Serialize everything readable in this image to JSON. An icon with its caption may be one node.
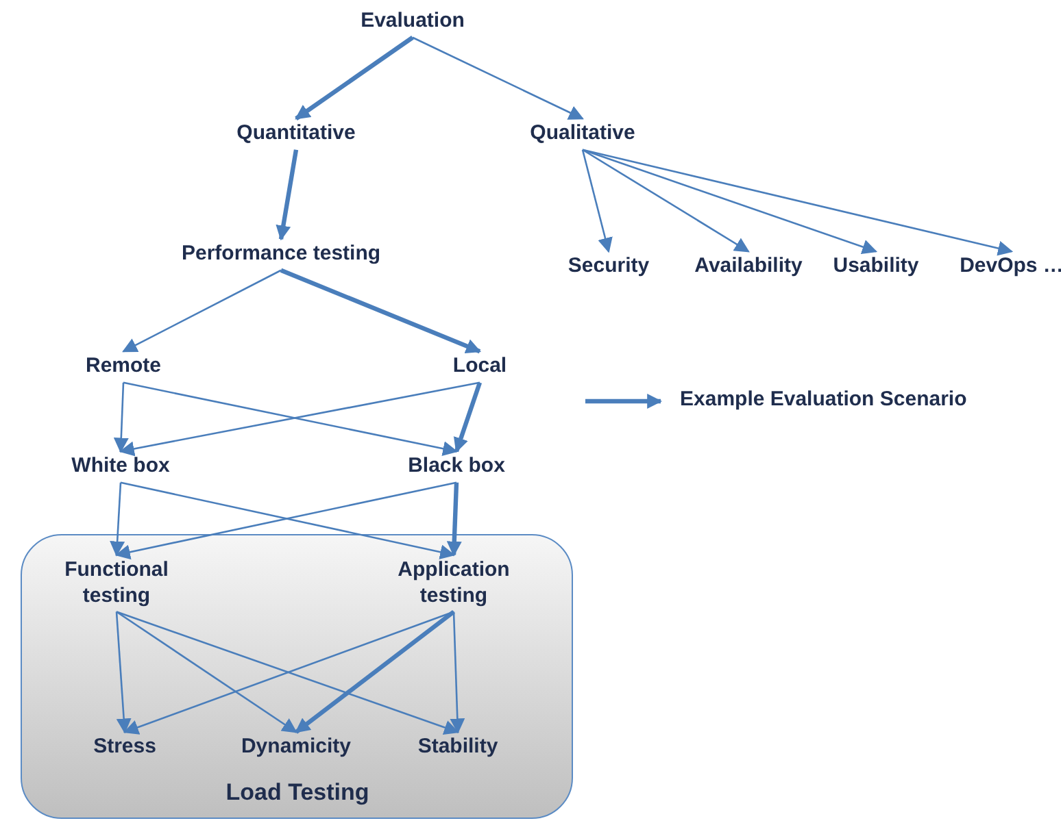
{
  "diagram": {
    "nodes": [
      {
        "text": [
          "Evaluation"
        ]
      },
      {
        "text": [
          "Quantitative"
        ]
      },
      {
        "text": [
          "Qualitative"
        ]
      },
      {
        "text": [
          "Performance testing"
        ]
      },
      {
        "text": [
          "Security"
        ]
      },
      {
        "text": [
          "Availability"
        ]
      },
      {
        "text": [
          "Usability"
        ]
      },
      {
        "text": [
          "DevOps …"
        ]
      },
      {
        "text": [
          "Remote"
        ]
      },
      {
        "text": [
          "Local"
        ]
      },
      {
        "text": [
          "White box"
        ]
      },
      {
        "text": [
          "Black box"
        ]
      },
      {
        "text": [
          "Load Testing"
        ]
      },
      {
        "text": [
          "Functional testing"
        ],
        "in": 12
      },
      {
        "text": [
          "Application testing"
        ],
        "in": 12
      },
      {
        "text": [
          "Stress"
        ],
        "in": 12
      },
      {
        "text": [
          "Dynamicity"
        ],
        "in": 12
      },
      {
        "text": [
          "Stability"
        ],
        "in": 12
      }
    ],
    "edges": [
      {
        "from": 0,
        "to": 1,
        "arrow": "to",
        "style": "thick"
      },
      {
        "from": 0,
        "to": 2,
        "arrow": "to"
      },
      {
        "from": 1,
        "to": 3,
        "arrow": "to",
        "style": "thick"
      },
      {
        "from": 2,
        "to": 4,
        "arrow": "to"
      },
      {
        "from": 2,
        "to": 5,
        "arrow": "to"
      },
      {
        "from": 2,
        "to": 6,
        "arrow": "to"
      },
      {
        "from": 2,
        "to": 7,
        "arrow": "to"
      },
      {
        "from": 3,
        "to": 8,
        "arrow": "to"
      },
      {
        "from": 3,
        "to": 9,
        "arrow": "to",
        "style": "thick"
      },
      {
        "from": 8,
        "to": 10,
        "arrow": "to"
      },
      {
        "from": 8,
        "to": 11,
        "arrow": "to"
      },
      {
        "from": 9,
        "to": 10,
        "arrow": "to"
      },
      {
        "from": 9,
        "to": 11,
        "arrow": "to",
        "style": "thick"
      },
      {
        "from": 10,
        "to": 13,
        "arrow": "to"
      },
      {
        "from": 10,
        "to": 14,
        "arrow": "to"
      },
      {
        "from": 11,
        "to": 13,
        "arrow": "to"
      },
      {
        "from": 11,
        "to": 14,
        "arrow": "to",
        "style": "thick"
      },
      {
        "from": 13,
        "to": 15,
        "arrow": "to"
      },
      {
        "from": 13,
        "to": 16,
        "arrow": "to"
      },
      {
        "from": 13,
        "to": 17,
        "arrow": "to"
      },
      {
        "from": 14,
        "to": 15,
        "arrow": "to"
      },
      {
        "from": 14,
        "to": 16,
        "arrow": "to",
        "style": "thick"
      },
      {
        "from": 14,
        "to": 17,
        "arrow": "to"
      }
    ],
    "legend": [
      {
        "text": "Example Evaluation Scenario"
      }
    ]
  }
}
